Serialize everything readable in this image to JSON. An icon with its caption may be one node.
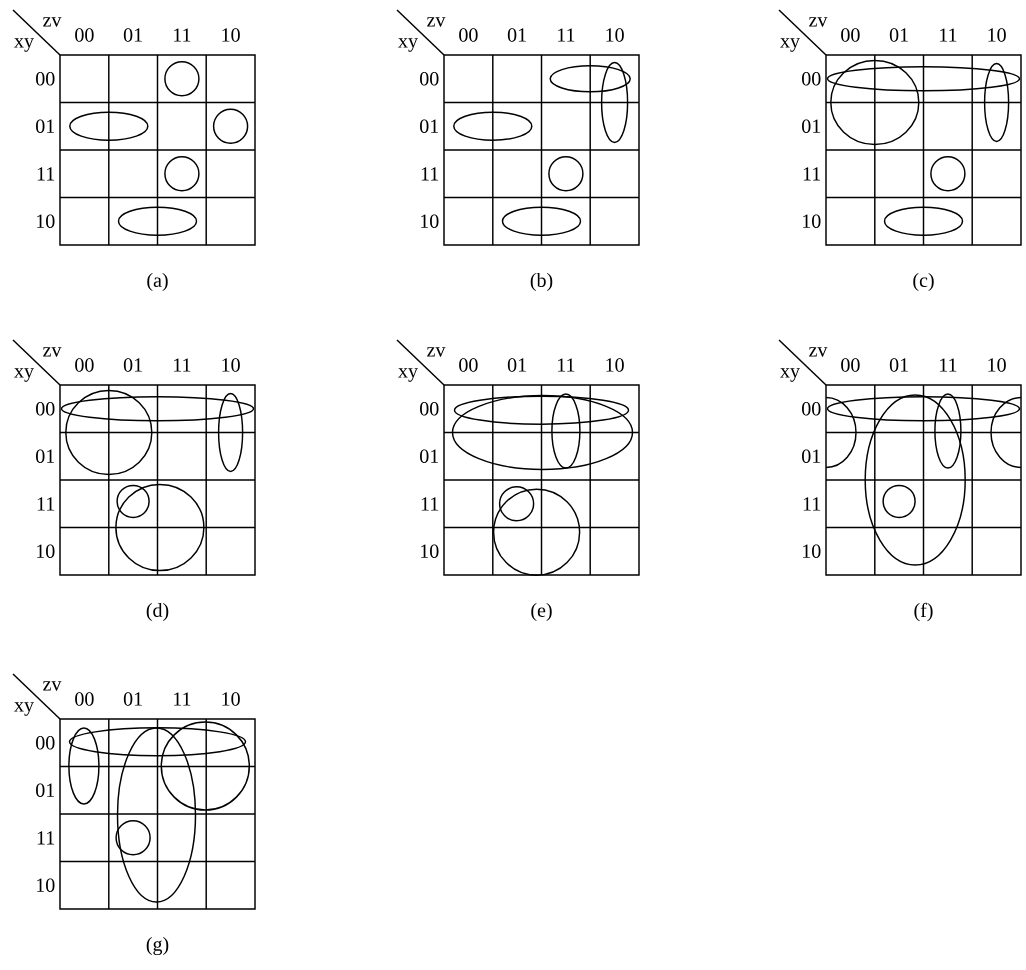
{
  "diagram": {
    "labels": [
      "zv",
      "00",
      "01",
      "11",
      "10",
      "xy",
      "00",
      "01",
      "11",
      "10",
      "(a)",
      "zv",
      "00",
      "01",
      "11",
      "10",
      "xy",
      "00",
      "01",
      "11",
      "10",
      "(b)",
      "zv",
      "00",
      "01",
      "11",
      "10",
      "xy",
      "00",
      "01",
      "11",
      "10",
      "(c)",
      "zv",
      "00",
      "01",
      "11",
      "10",
      "xy",
      "00",
      "01",
      "11",
      "10",
      "(d)",
      "zv",
      "00",
      "01",
      "11",
      "10",
      "xy",
      "00",
      "01",
      "11",
      "10",
      "(e)",
      "zv",
      "00",
      "01",
      "11",
      "10",
      "xy",
      "00",
      "01",
      "11",
      "10",
      "(f)",
      "zv",
      "00",
      "01",
      "11",
      "10",
      "xy",
      "00",
      "01",
      "11",
      "10",
      "(g)"
    ]
  }
}
